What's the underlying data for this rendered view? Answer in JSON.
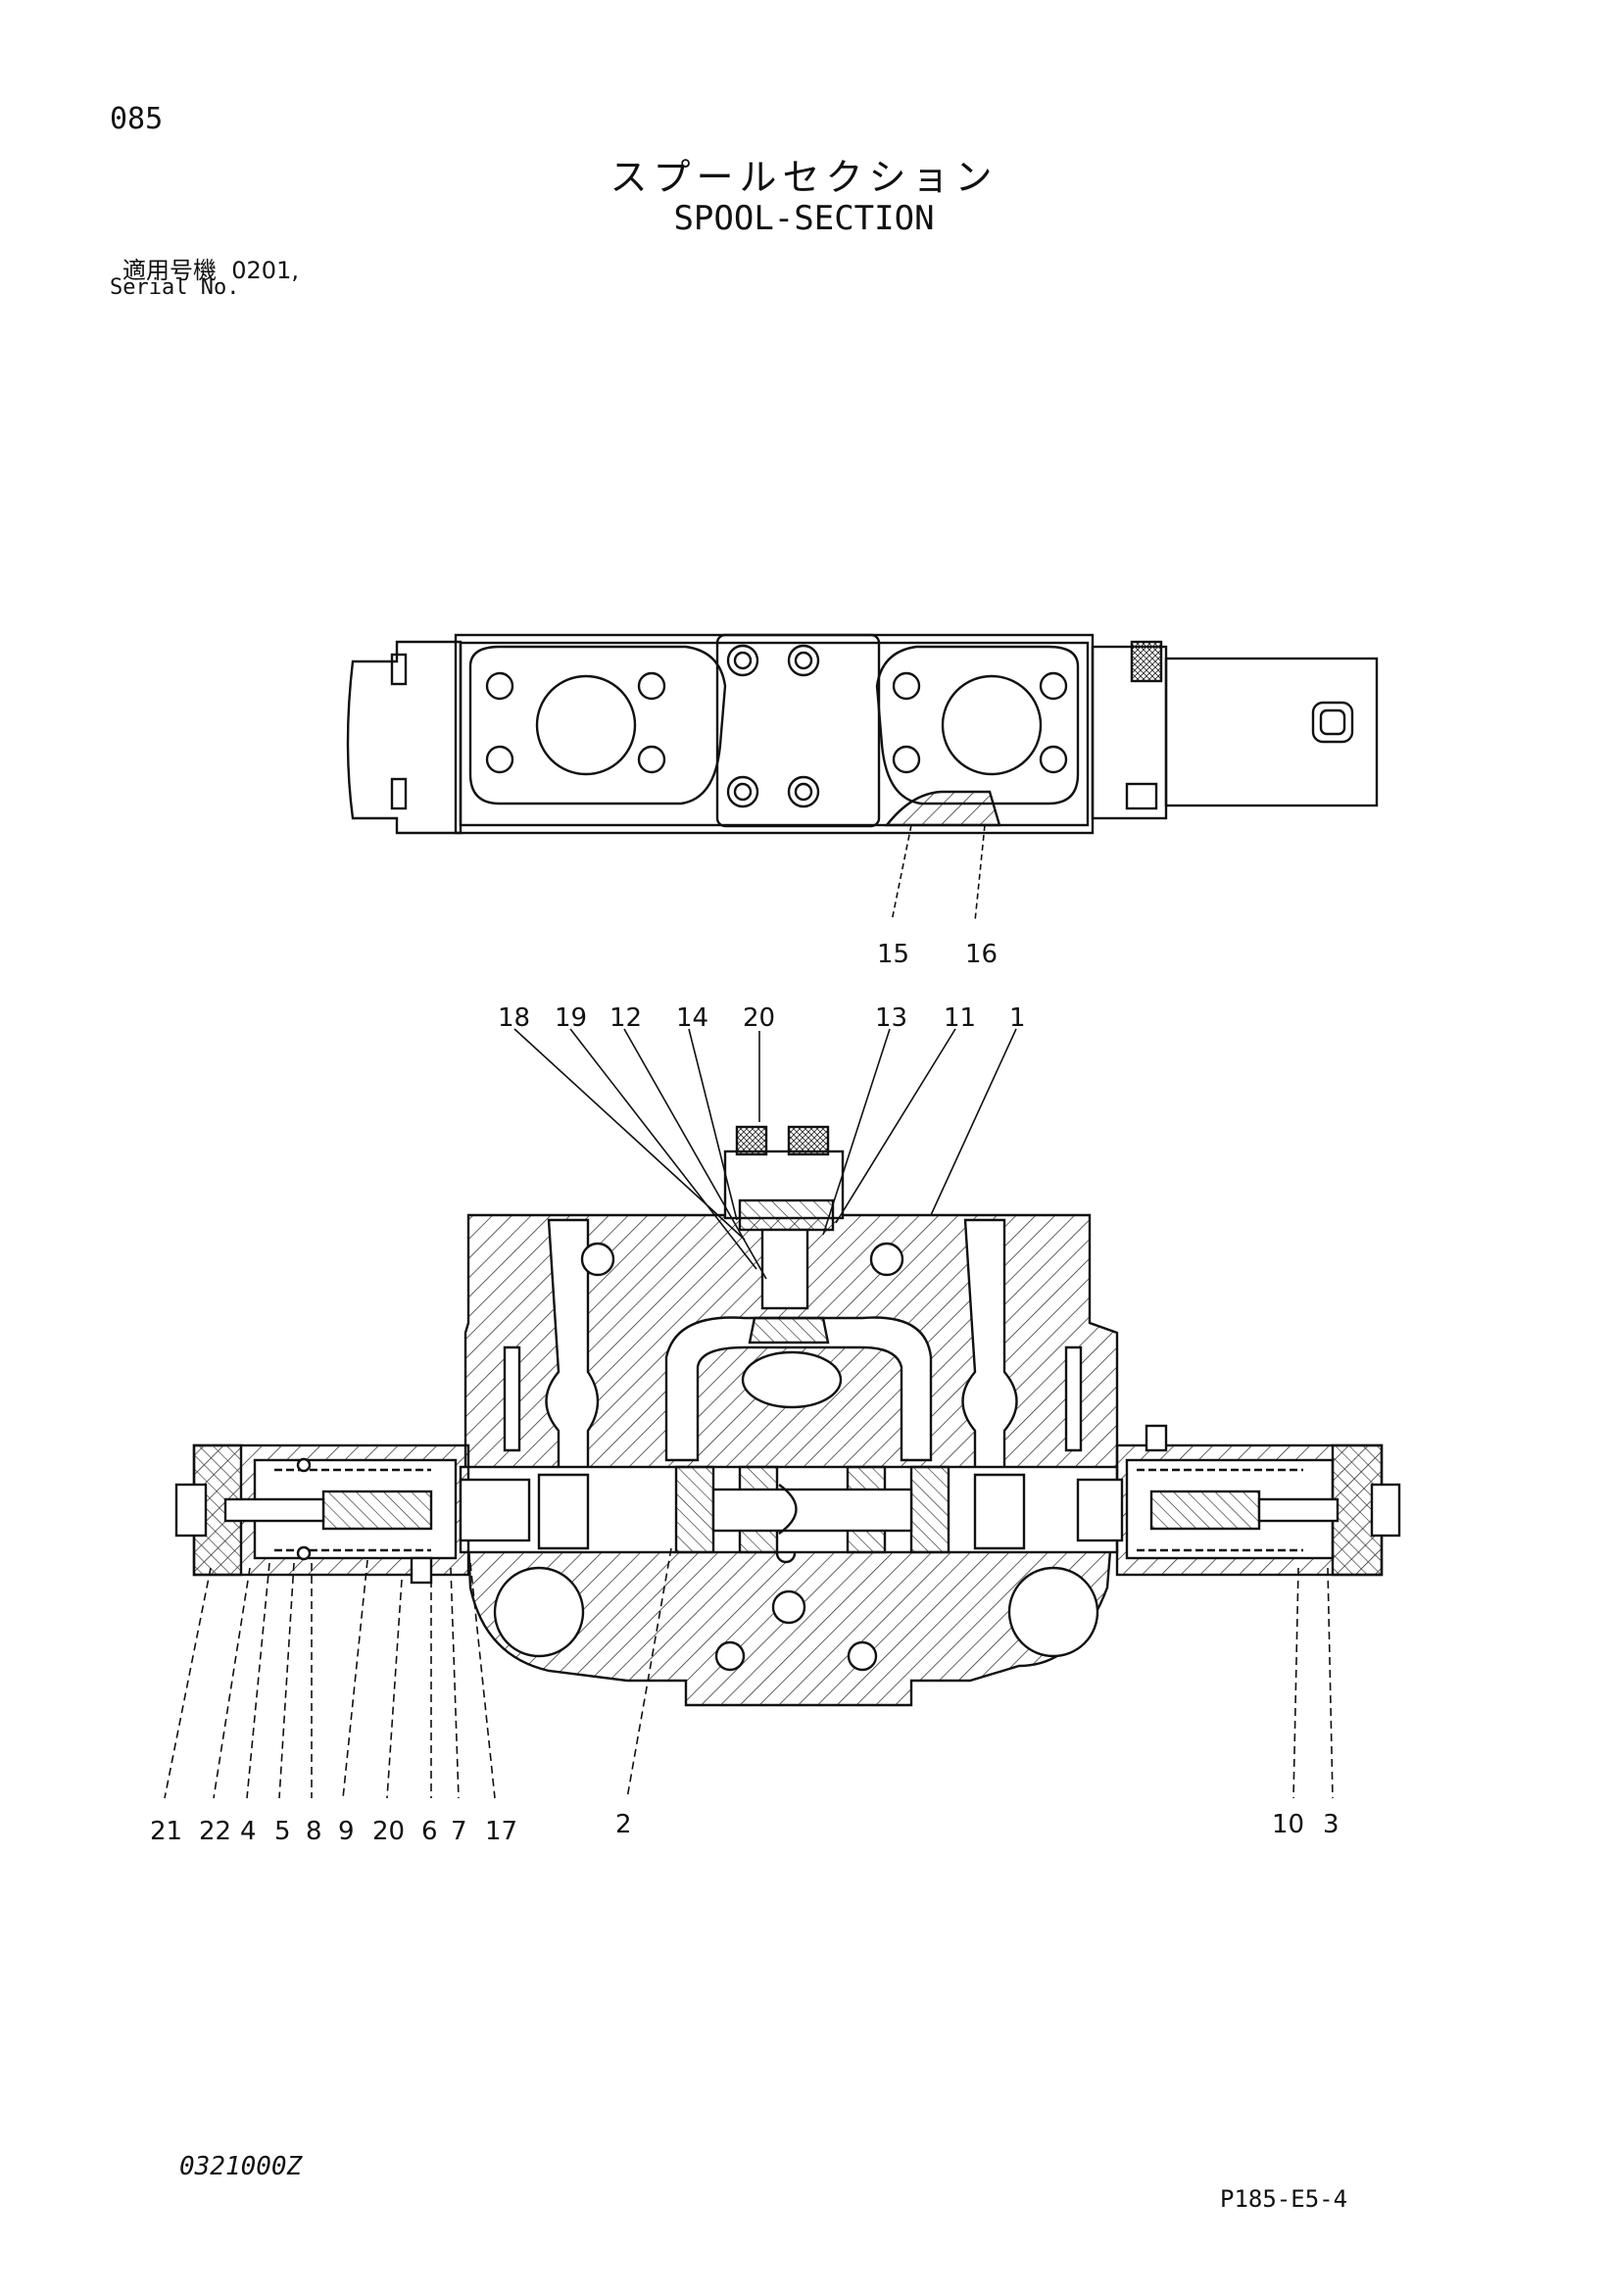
{
  "header": {
    "page_number": "085",
    "title_japanese": "スプールセクション",
    "title_english": "SPOOL-SECTION",
    "serial_label_japanese": "適用号機",
    "serial_value": "0201,",
    "serial_label_english": "Serial No."
  },
  "callouts": {
    "top_view": [
      "15",
      "16"
    ],
    "section_top": [
      "18",
      "19",
      "12",
      "14",
      "20",
      "13",
      "11",
      "1"
    ],
    "section_bottom_left": [
      "21",
      "22",
      "4",
      "5",
      "8",
      "9",
      "20",
      "6",
      "7",
      "17"
    ],
    "section_bottom_center": [
      "2"
    ],
    "section_bottom_right": [
      "10",
      "3"
    ]
  },
  "footer": {
    "document_code": "0321000Z",
    "page_code": "P185-E5-4"
  }
}
